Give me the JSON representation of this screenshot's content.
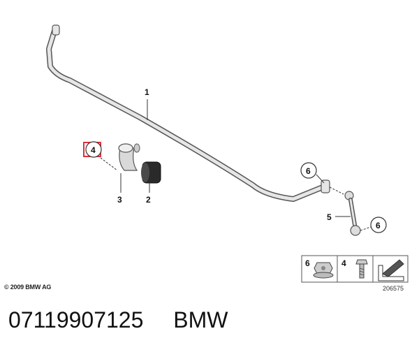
{
  "diagram": {
    "callouts": {
      "bar": "1",
      "bushing": "2",
      "bracket": "3",
      "bracket_bolt": "4",
      "link": "5",
      "nut_top": "6",
      "nut_bottom": "6"
    },
    "legend": {
      "nut_label": "6",
      "bolt_label": "4"
    },
    "drawing_number": "206575"
  },
  "copyright": "© 2009 BMW AG",
  "part_number": "07119907125",
  "brand": "BMW",
  "colors": {
    "highlight": "#e0303a",
    "line": "#333333",
    "part_fill": "#d9d9d9"
  }
}
